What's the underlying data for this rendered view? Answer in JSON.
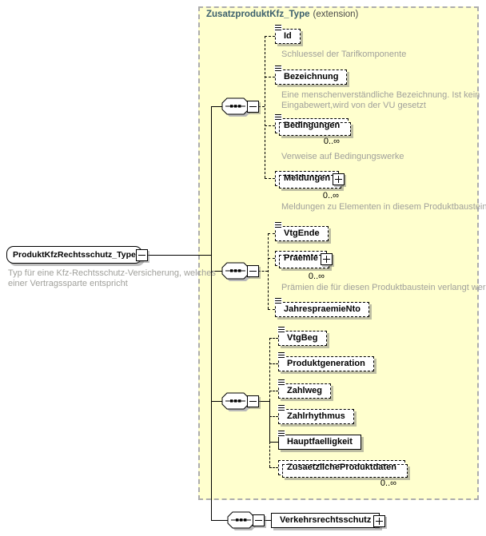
{
  "extension": {
    "title": "ZusatzproduktKfz_Type",
    "tag": "(extension)"
  },
  "root": {
    "label": "ProduktKfzRechtsschutz_Type",
    "desc_line1": "Typ für eine Kfz-Rechtsschutz-Versicherung, welches",
    "desc_line2": "einer Vertragssparte entspricht"
  },
  "elements": {
    "id": {
      "label": "Id",
      "desc": "Schluessel der Tarifkomponente"
    },
    "bezeichnung": {
      "label": "Bezeichnung",
      "desc_line1": "Eine menschenverständliche Bezeichnung. Ist kein",
      "desc_line2": "Eingabewert,wird von der VU gesetzt"
    },
    "bedingungen": {
      "label": "Bedingungen",
      "occurs": "0..∞",
      "desc": "Verweise auf Bedingungswerke"
    },
    "meldungen": {
      "label": "Meldungen",
      "occurs": "0..∞",
      "desc": "Meldungen zu Elementen in diesem Produktbaustein"
    },
    "vtgende": {
      "label": "VtgEnde"
    },
    "praemie": {
      "label": "Praemie",
      "occurs": "0..∞",
      "desc": "Prämien die für diesen Produktbaustein verlangt werden"
    },
    "jahrespraemiento": {
      "label": "JahrespraemieNto"
    },
    "vtgbeg": {
      "label": "VtgBeg"
    },
    "produktgeneration": {
      "label": "Produktgeneration"
    },
    "zahlweg": {
      "label": "Zahlweg"
    },
    "zahlrhythmus": {
      "label": "Zahlrhythmus"
    },
    "hauptfaelligkeit": {
      "label": "Hauptfaelligkeit"
    },
    "zusaetzlicheproduktdaten": {
      "label": "ZusaetzlicheProduktdaten",
      "occurs": "0..∞"
    },
    "verkehrsrechtsschutz": {
      "label": "Verkehrsrechtsschutz"
    }
  },
  "colors": {
    "extension_bg": "#FFFFCE",
    "extension_title": "#3B5F6C",
    "description_text": "#A0A09B",
    "line": "#000000"
  }
}
